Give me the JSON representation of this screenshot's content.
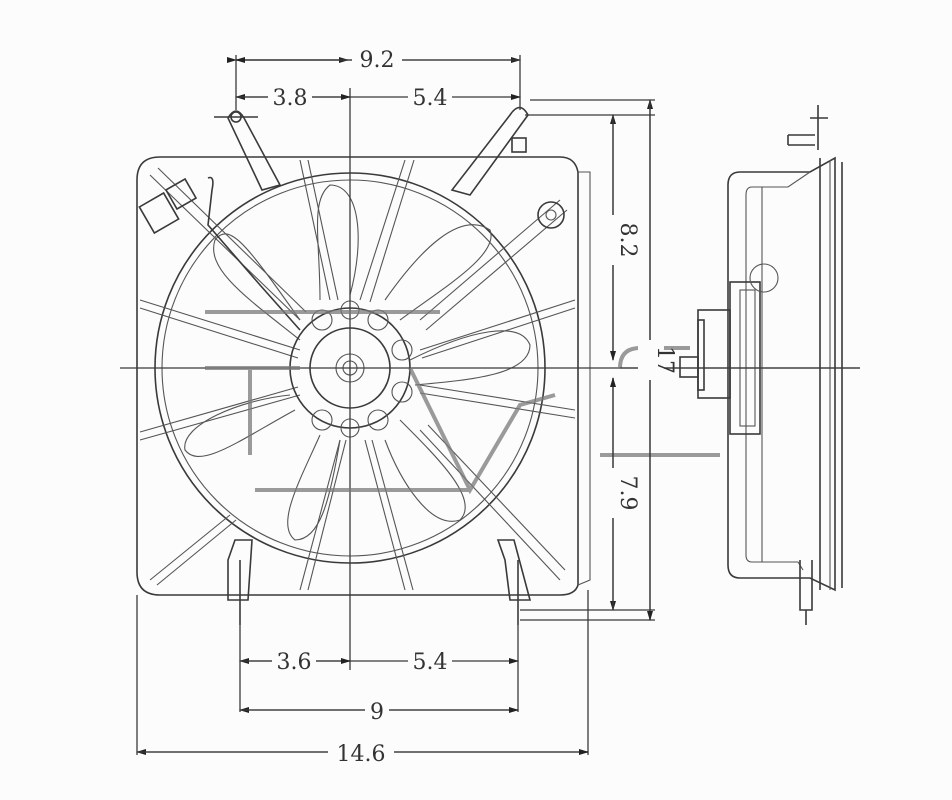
{
  "diagram": {
    "subject": "radiator cooling fan assembly",
    "views": [
      "front-view",
      "side-view"
    ],
    "watermark": "TYC",
    "colors": {
      "line": "#3a3a3a",
      "background": "#fcfcfc",
      "watermark": "#7a7a7a"
    },
    "dimensions": {
      "top_overall": "9.2",
      "top_left": "3.8",
      "top_right": "5.4",
      "bottom_left": "3.6",
      "bottom_right": "5.4",
      "bottom_mount": "9",
      "overall_width": "14.6",
      "right_upper": "8.2",
      "right_lower": "7.9",
      "overall_height": "17"
    }
  }
}
